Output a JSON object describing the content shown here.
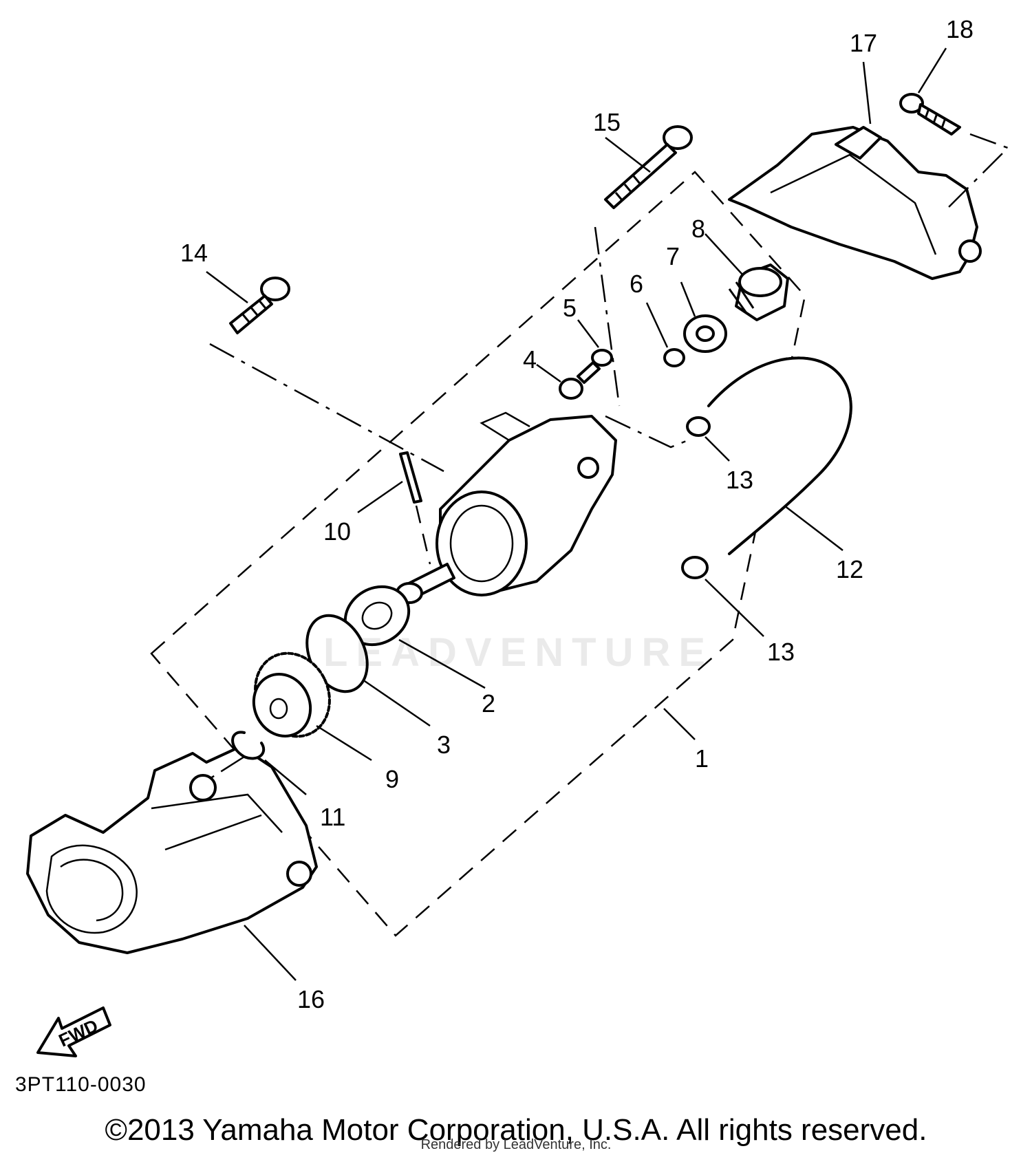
{
  "diagram": {
    "callouts": [
      "1",
      "2",
      "3",
      "4",
      "5",
      "6",
      "7",
      "8",
      "9",
      "10",
      "11",
      "12",
      "13",
      "13",
      "14",
      "15",
      "16",
      "17",
      "18"
    ],
    "direction_badge": "FWD",
    "diagram_code": "3PT110-0030",
    "copyright": "©2013 Yamaha Motor Corporation, U.S.A. All rights reserved.",
    "render_note": "Rendered by LeadVenture, Inc.",
    "watermark": "LEADVENTURE"
  }
}
